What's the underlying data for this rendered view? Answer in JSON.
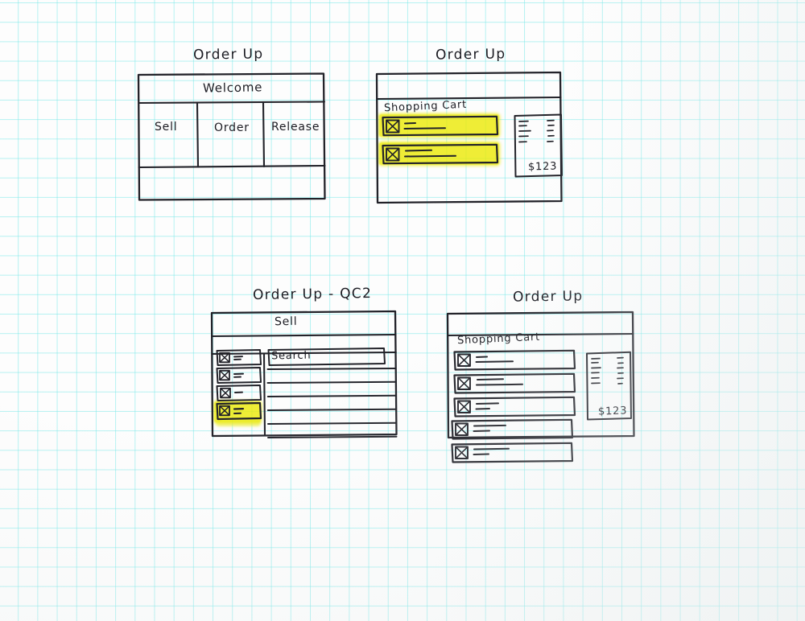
{
  "page": {
    "medium": "hand-drawn pencil/ink wireframe sketches on cyan graph paper",
    "paper_color": "#fdfdfd",
    "grid_color": "#78e8e8",
    "ink_color": "#222229",
    "highlight_color": "#ecea05"
  },
  "wireframes": [
    {
      "id": "welcome",
      "title": "Order Up",
      "header": {
        "label": "Welcome"
      },
      "columns": [
        {
          "label": "Sell"
        },
        {
          "label": "Order"
        },
        {
          "label": "Release"
        }
      ],
      "footer": {
        "label": ""
      }
    },
    {
      "id": "cart-two-items",
      "title": "Order Up",
      "topbar": {
        "label": ""
      },
      "section_label": "Shopping Cart",
      "rows": [
        {
          "icon": "image-placeholder-icon",
          "lines": 2,
          "highlighted": true
        },
        {
          "icon": "image-placeholder-icon",
          "lines": 2,
          "highlighted": true
        }
      ],
      "receipt": {
        "line_items": 5,
        "price_marks": 5,
        "total": "$123"
      }
    },
    {
      "id": "sell-qc2",
      "title": "Order Up - QC2",
      "header": {
        "label": "Sell"
      },
      "subbar": {
        "label": ""
      },
      "sidebar": {
        "items": [
          {
            "icon": "image-placeholder-icon",
            "lines": 1,
            "highlighted": false
          },
          {
            "icon": "image-placeholder-icon",
            "lines": 1,
            "highlighted": false
          },
          {
            "icon": "image-placeholder-icon",
            "lines": 1,
            "highlighted": false
          },
          {
            "icon": "image-placeholder-icon",
            "lines": 2,
            "highlighted": true
          }
        ]
      },
      "content": {
        "search": {
          "value": "Search"
        },
        "result_rows": 5
      }
    },
    {
      "id": "cart-five-items",
      "title": "Order Up",
      "topbar": {
        "label": ""
      },
      "section_label": "Shopping Cart",
      "rows": [
        {
          "icon": "image-placeholder-icon",
          "lines": 2,
          "highlighted": false
        },
        {
          "icon": "image-placeholder-icon",
          "lines": 2,
          "highlighted": false
        },
        {
          "icon": "image-placeholder-icon",
          "lines": 2,
          "highlighted": false
        },
        {
          "icon": "image-placeholder-icon",
          "lines": 2,
          "highlighted": false
        },
        {
          "icon": "image-placeholder-icon",
          "lines": 2,
          "highlighted": false,
          "overflow": true
        }
      ],
      "receipt": {
        "line_items": 6,
        "price_marks": 6,
        "total": "$123"
      }
    }
  ]
}
